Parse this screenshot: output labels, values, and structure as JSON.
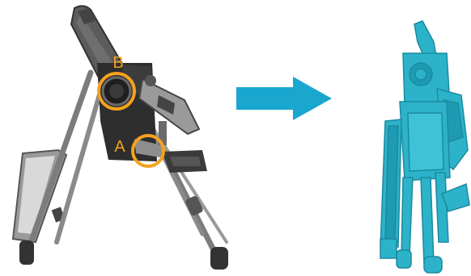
{
  "diagram": {
    "labels": {
      "point_a": "A",
      "point_b": "B"
    },
    "colors": {
      "callout": "#F4A21E",
      "arrow": "#1AA7CF",
      "folded_chair": "#2DB3C9",
      "chair_frame": "#8A8A8A",
      "chair_dark": "#3A3A3A",
      "background": "#FFFFFF"
    },
    "icons": [
      "high-chair-unfolded",
      "direction-arrow",
      "high-chair-folded"
    ]
  }
}
